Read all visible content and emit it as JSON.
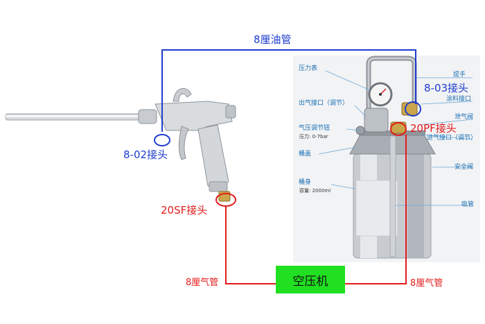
{
  "labels": {
    "oil_hose": "8厘油管",
    "joint_802": "8-02接头",
    "joint_20sf": "20SF接头",
    "joint_803": "8-03接头",
    "joint_20pf": "20PF接头",
    "air_hose_left": "8厘气管",
    "air_hose_right": "8厘气管",
    "compressor": "空压机"
  },
  "callouts": {
    "pressure_gauge": "压力表",
    "handle": "提手",
    "air_outlet": "出气接口（调节）",
    "paint_outlet": "涂料接口",
    "relief_valve": "泄气阀",
    "pressure_knob": "气压调节钮",
    "pressure_range": "压力: 0-7bar",
    "air_inlet": "进气接口（调节）",
    "lid": "桶盖",
    "safety_valve": "安全阀",
    "body": "桶身",
    "capacity": "容量: 2000ml",
    "suction_tube": "吸管"
  },
  "colors": {
    "oil_line": "#1f3ccf",
    "air_line": "#e21b1b",
    "compressor": "#21e021",
    "callout_text": "#1a6fb3"
  }
}
